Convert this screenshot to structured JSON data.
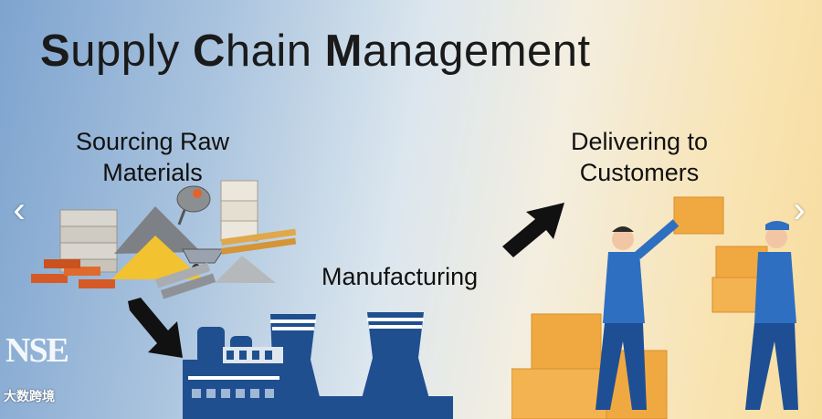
{
  "title": {
    "part1_cap": "S",
    "part1_rest": "upply ",
    "part2_cap": "C",
    "part2_rest": "hain ",
    "part3_cap": "M",
    "part3_rest": "anagement"
  },
  "captions": {
    "sourcing_line1": "Sourcing Raw",
    "sourcing_line2": "Materials",
    "delivering_line1": "Delivering to",
    "delivering_line2": "Customers",
    "manufacturing": "Manufacturing"
  },
  "navigation": {
    "prev_icon": "chevron-left-icon",
    "next_icon": "chevron-right-icon",
    "prev_glyph": "‹",
    "next_glyph": "›"
  },
  "watermark": {
    "text": "大数跨境",
    "logo": "NSE"
  },
  "colors": {
    "factory_blue": "#1f4f8f",
    "box_orange": "#f0a941",
    "arrow_black": "#111111"
  }
}
